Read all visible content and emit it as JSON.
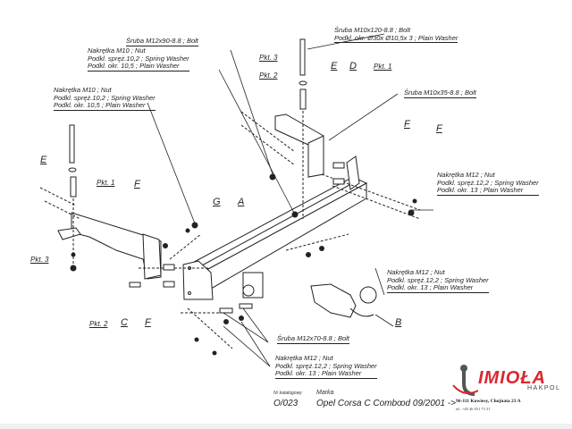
{
  "callouts": {
    "top_bolt": {
      "line1": "Śruba M10x120-8.8 ; Bolt",
      "line2": "Podkl. okr. Ø30x Ø10,5x 3 ; Plain Washer"
    },
    "bolt_m12x90": "Śruba M12x90-8.8 ; Bolt",
    "nut_m10_upper": {
      "line1": "Nakrętka M10 ; Nut",
      "line2": "Podkl. spręż.10,2 ; Spring Washer",
      "line3": "Podkl. okr. 10,5 ; Plain Washer"
    },
    "nut_m10_left": {
      "line1": "Nakrętka M10 ; Nut",
      "line2": "Podkl. spręż.10,2 ; Spring Washer",
      "line3": "Podkl. okr. 10,5 ; Plain Washer"
    },
    "bolt_m10x35": "Śruba M10x35-8.8 ; Bolt",
    "nut_m12_right": {
      "line1": "Nakrętka M12 ; Nut",
      "line2": "Podkl. spręż.12,2 ; Spring Washer",
      "line3": "Podkl. okr. 13 ; Plain Washer"
    },
    "nut_m12_mid": {
      "line1": "Nakrętka M12 ; Nut",
      "line2": "Podkl. spręż.12,2 ; Spring Washer",
      "line3": "Podkl. okr. 13 ; Plain Washer"
    },
    "bolt_m12x70": "Śruba M12x70-8.8 ; Bolt",
    "nut_m12_bottom": {
      "line1": "Nakrętka M12 ; Nut",
      "line2": "Podkl. spręż.12,2 ; Spring Washer",
      "line3": "Podkl. okr. 13 ; Plain Washer"
    }
  },
  "letters": {
    "A": "A",
    "B": "B",
    "C": "C",
    "D": "D",
    "E": "E",
    "F": "F",
    "G": "G"
  },
  "points": {
    "pkt1": "Pkt. 1",
    "pkt2": "Pkt. 2",
    "pkt3": "Pkt. 3"
  },
  "footer": {
    "catalog_label": "Nr katalogowy",
    "catalog_value": "O/023",
    "brand_label": "Marka",
    "vehicle": "Opel  Corsa  C Combo",
    "date_range": "od 09/2001 ->"
  },
  "logo": {
    "name": "IMIOŁA",
    "sub": "HAKPOL",
    "address": "96-111 Kowiesy, Chojnata 23 A",
    "phone": "tel. +48 46 831 73 31",
    "color": "#d9272e"
  }
}
